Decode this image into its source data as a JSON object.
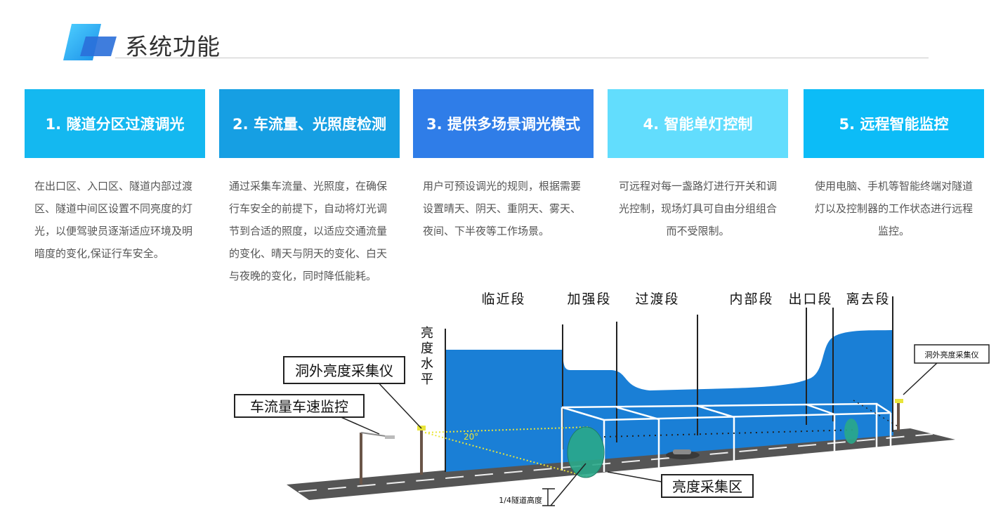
{
  "header": {
    "title": "系统功能"
  },
  "features": [
    {
      "title": "1. 隧道分区过渡调光",
      "desc": "在出口区、入口区、隧道内部过渡区、隧道中间区设置不同亮度的灯光，以便驾驶员逐渐适应环境及明暗度的变化,保证行车安全。"
    },
    {
      "title": "2. 车流量、光照度检测",
      "desc": "通过采集车流量、光照度，在确保行车安全的前提下，自动将灯光调节到合适的照度，以适应交通流量的变化、晴天与阴天的变化、白天与夜晚的变化，同时降低能耗。"
    },
    {
      "title": "3. 提供多场景调光模式",
      "desc": "用户可预设调光的规则，根据需要设置晴天、阴天、重阴天、雾天、夜间、下半夜等工作场景。"
    },
    {
      "title": "4. 智能单灯控制",
      "desc": "可远程对每一盏路灯进行开关和调光控制，现场灯具可自由分组组合而不受限制。"
    },
    {
      "title": "5. 远程智能监控",
      "desc": "使用电脑、手机等智能终端对隧道灯以及控制器的工作状态进行远程监控。"
    }
  ],
  "diagram": {
    "sections": [
      "临近段",
      "加强段",
      "过渡段",
      "内部段",
      "出口段",
      "离去段"
    ],
    "brightness_axis": [
      "亮",
      "度",
      "水",
      "平"
    ],
    "labels": {
      "outside_sensor_left": "洞外亮度采集仪",
      "traffic_monitor": "车流量车速监控",
      "outside_sensor_right": "洞外亮度采集仪",
      "collection_zone": "亮度采集区",
      "quarter_height": "1/4隧道高度",
      "angle": "20°"
    },
    "colors": {
      "brightness_fill": "#1a7fd6",
      "zone_fill": "#2aa88a",
      "road": "#555555"
    }
  }
}
